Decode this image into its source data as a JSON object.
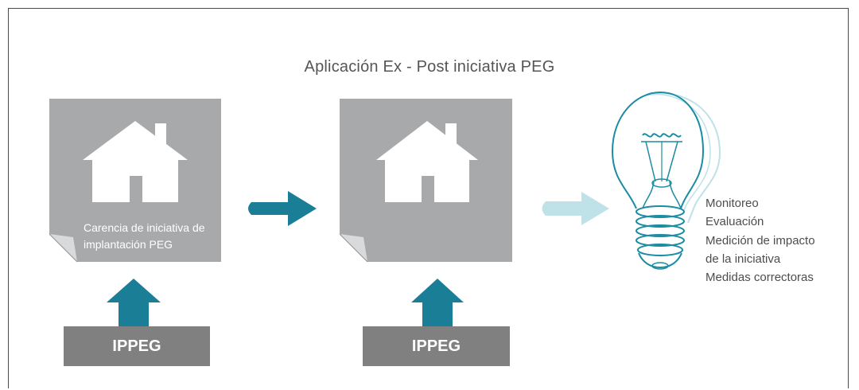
{
  "title": "Aplicación Ex - Post iniciativa PEG",
  "panels": [
    {
      "note_line1": "Carencia de iniciativa de",
      "note_line2": "implantación PEG",
      "label": "IPPEG"
    },
    {
      "label": "IPPEG"
    }
  ],
  "outcomes": [
    "Monitoreo",
    "Evaluación",
    "Medición de impacto",
    "de la iniciativa",
    "Medidas correctoras"
  ],
  "colors": {
    "panel": "#a7a9ab",
    "teal": "#1a7f96",
    "light_teal": "#bfe1e8",
    "ippeg_box": "#808080"
  }
}
